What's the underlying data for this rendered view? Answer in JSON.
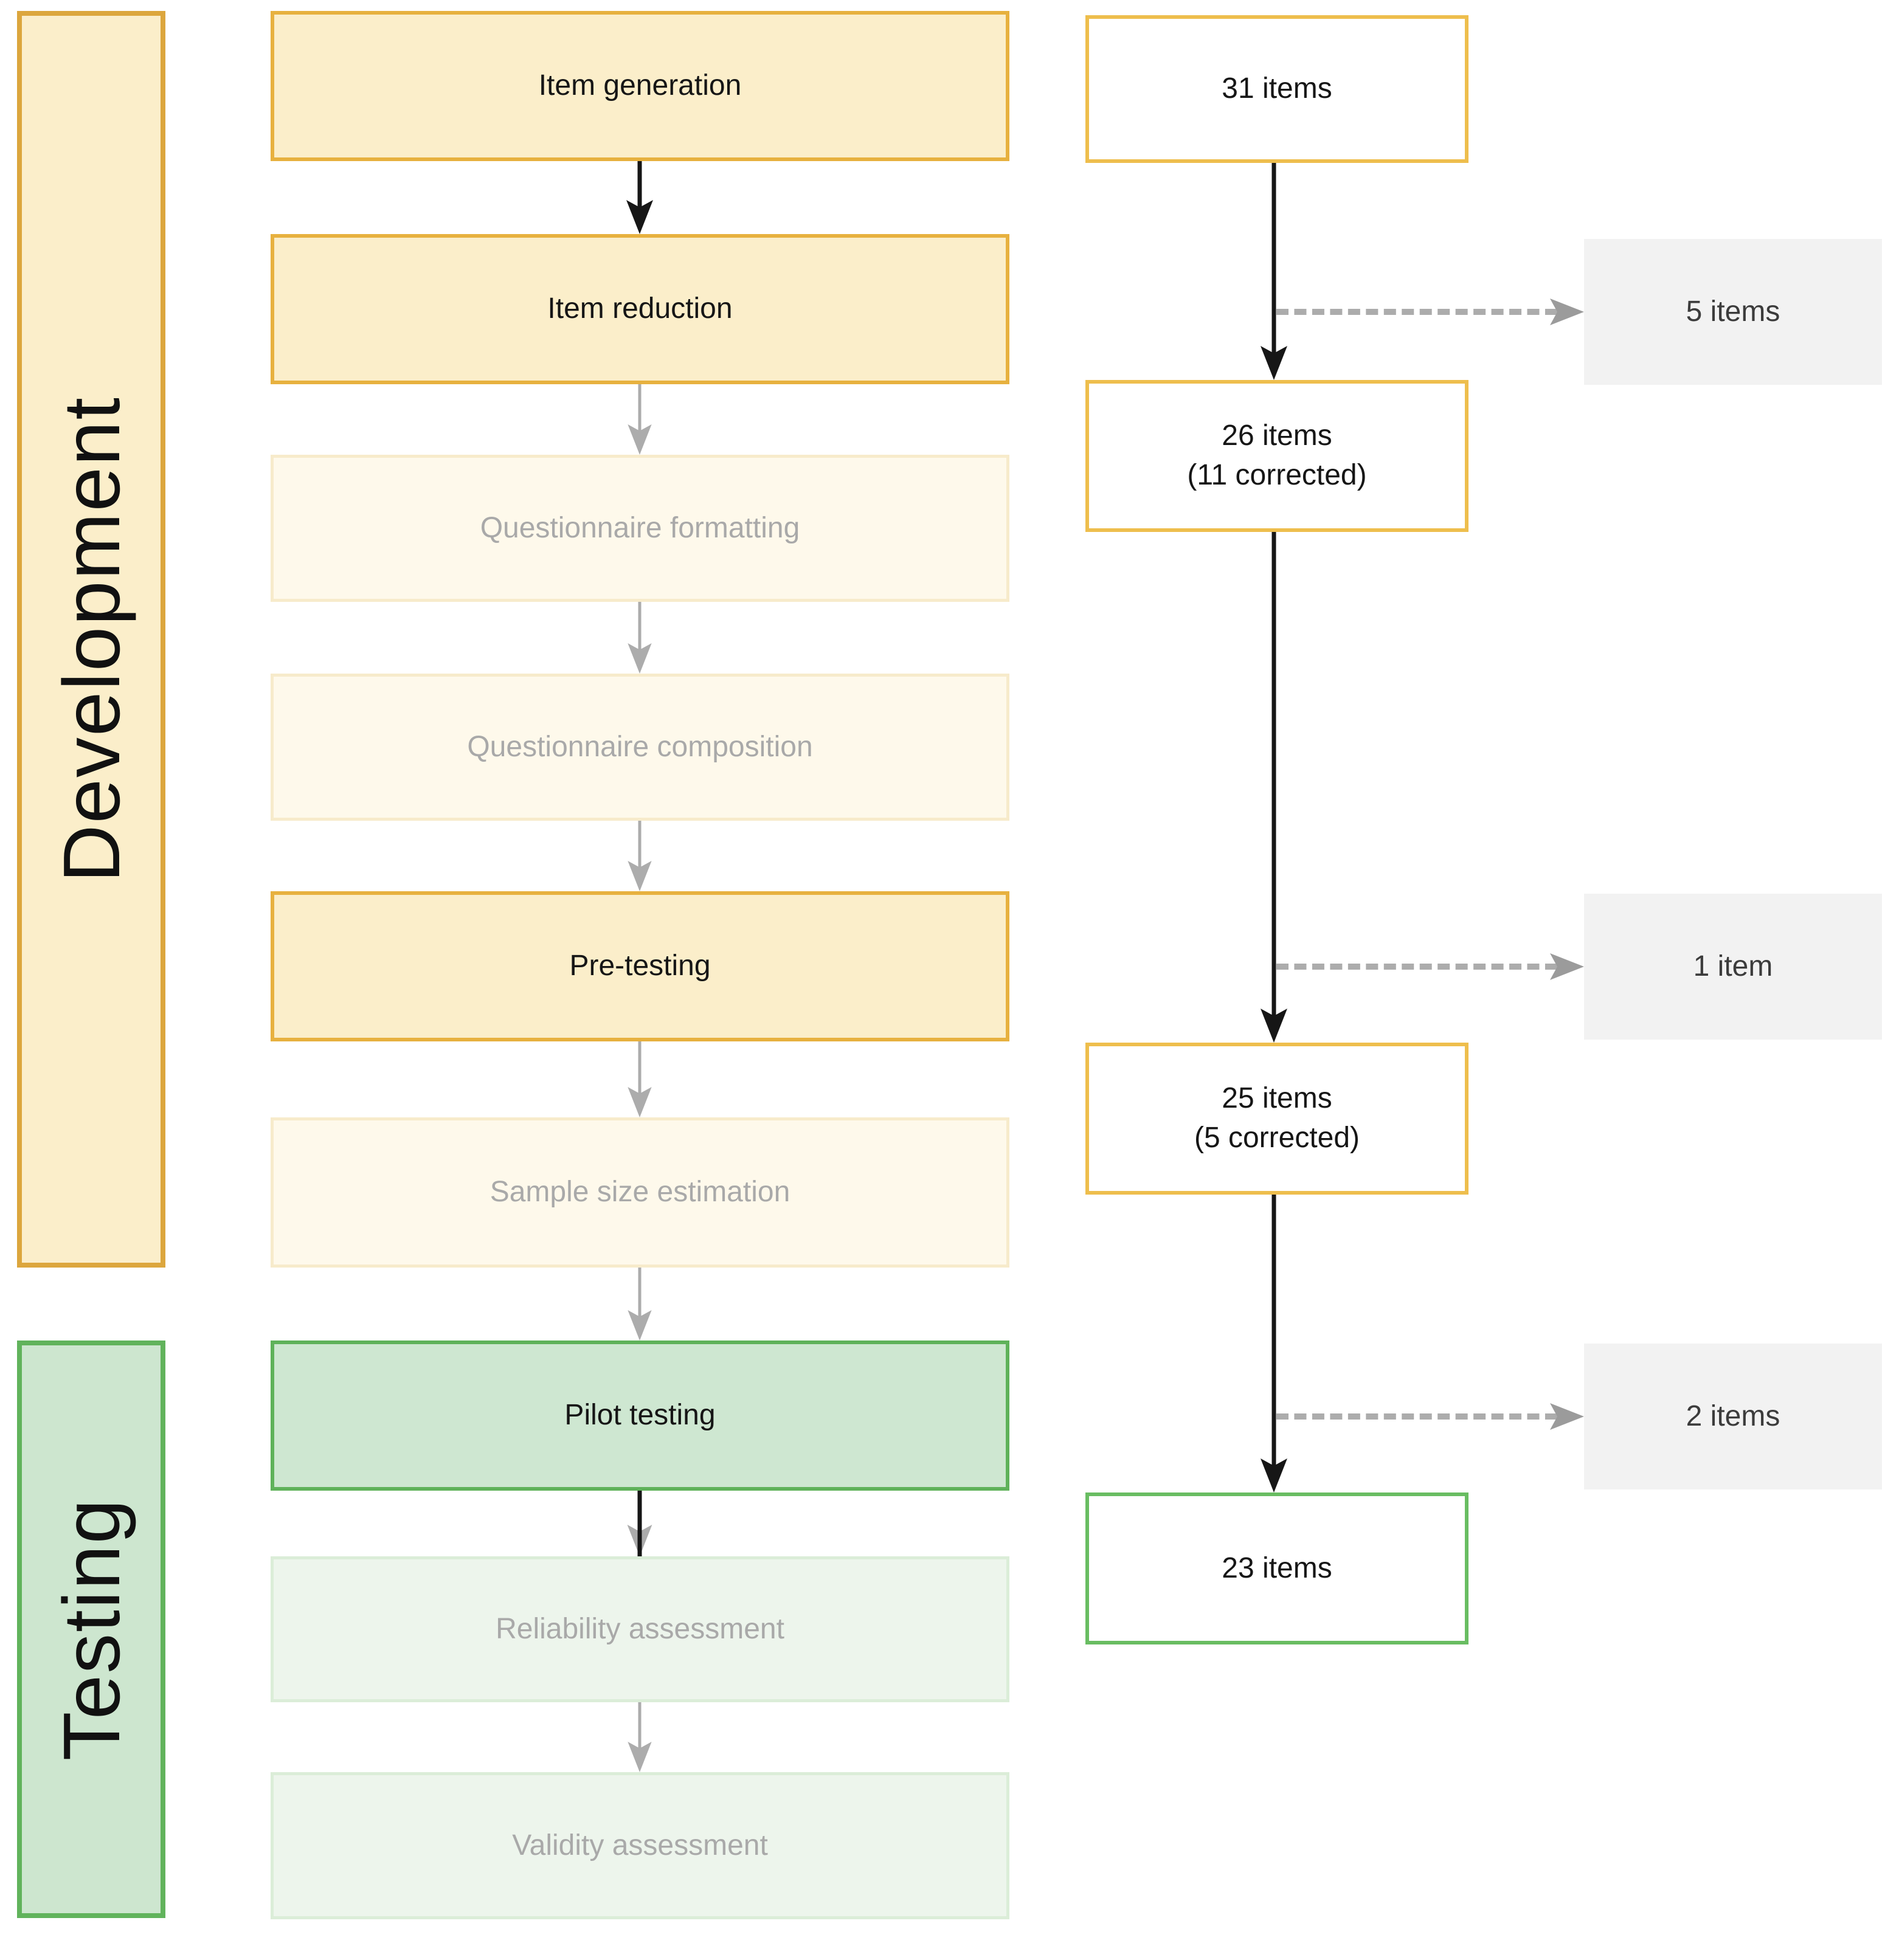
{
  "phases": {
    "development": {
      "label": "Development"
    },
    "testing": {
      "label": "Testing"
    }
  },
  "steps": {
    "item_generation": {
      "label": "Item generation",
      "state": "active"
    },
    "item_reduction": {
      "label": "Item reduction",
      "state": "active"
    },
    "questionnaire_formatting": {
      "label": "Questionnaire formatting",
      "state": "faded"
    },
    "questionnaire_composition": {
      "label": "Questionnaire composition",
      "state": "faded"
    },
    "pre_testing": {
      "label": "Pre-testing",
      "state": "active"
    },
    "sample_size_estimation": {
      "label": "Sample size estimation",
      "state": "faded"
    },
    "pilot_testing": {
      "label": "Pilot testing",
      "state": "active"
    },
    "reliability_assessment": {
      "label": "Reliability assessment",
      "state": "faded"
    },
    "validity_assessment": {
      "label": "Validity assessment",
      "state": "faded"
    }
  },
  "counts": {
    "after_generation": {
      "label": "31 items"
    },
    "after_reduction": {
      "label": "26 items\n(11 corrected)"
    },
    "after_pretesting": {
      "label": "25 items\n(5 corrected)"
    },
    "after_pilot": {
      "label": "23 items"
    }
  },
  "removed": {
    "at_reduction": {
      "label": "5 items"
    },
    "at_pretesting": {
      "label": "1 item"
    },
    "at_pilot": {
      "label": "2 items"
    }
  },
  "colors": {
    "step_active_yellow_fill": "#FBEECA",
    "step_active_yellow_border": "#E7B13F",
    "step_faded_yellow_fill": "#FEF9EB",
    "step_faded_yellow_border": "#F7EBCB",
    "step_active_green_fill": "#CEE7D1",
    "step_active_green_border": "#5FB25A",
    "step_faded_green_fill": "#EDF5EC",
    "step_faded_green_border": "#DBEDD8",
    "phase_development_border": "#DCA63D",
    "phase_testing_border": "#61B35C",
    "count_yellow_border": "#EEBE4D",
    "count_green_border": "#69BD62",
    "removed_fill": "#F2F2F2",
    "faded_text": "#A9A9A9",
    "black_arrow": "#161616",
    "gray_arrow": "#ACACAC"
  }
}
